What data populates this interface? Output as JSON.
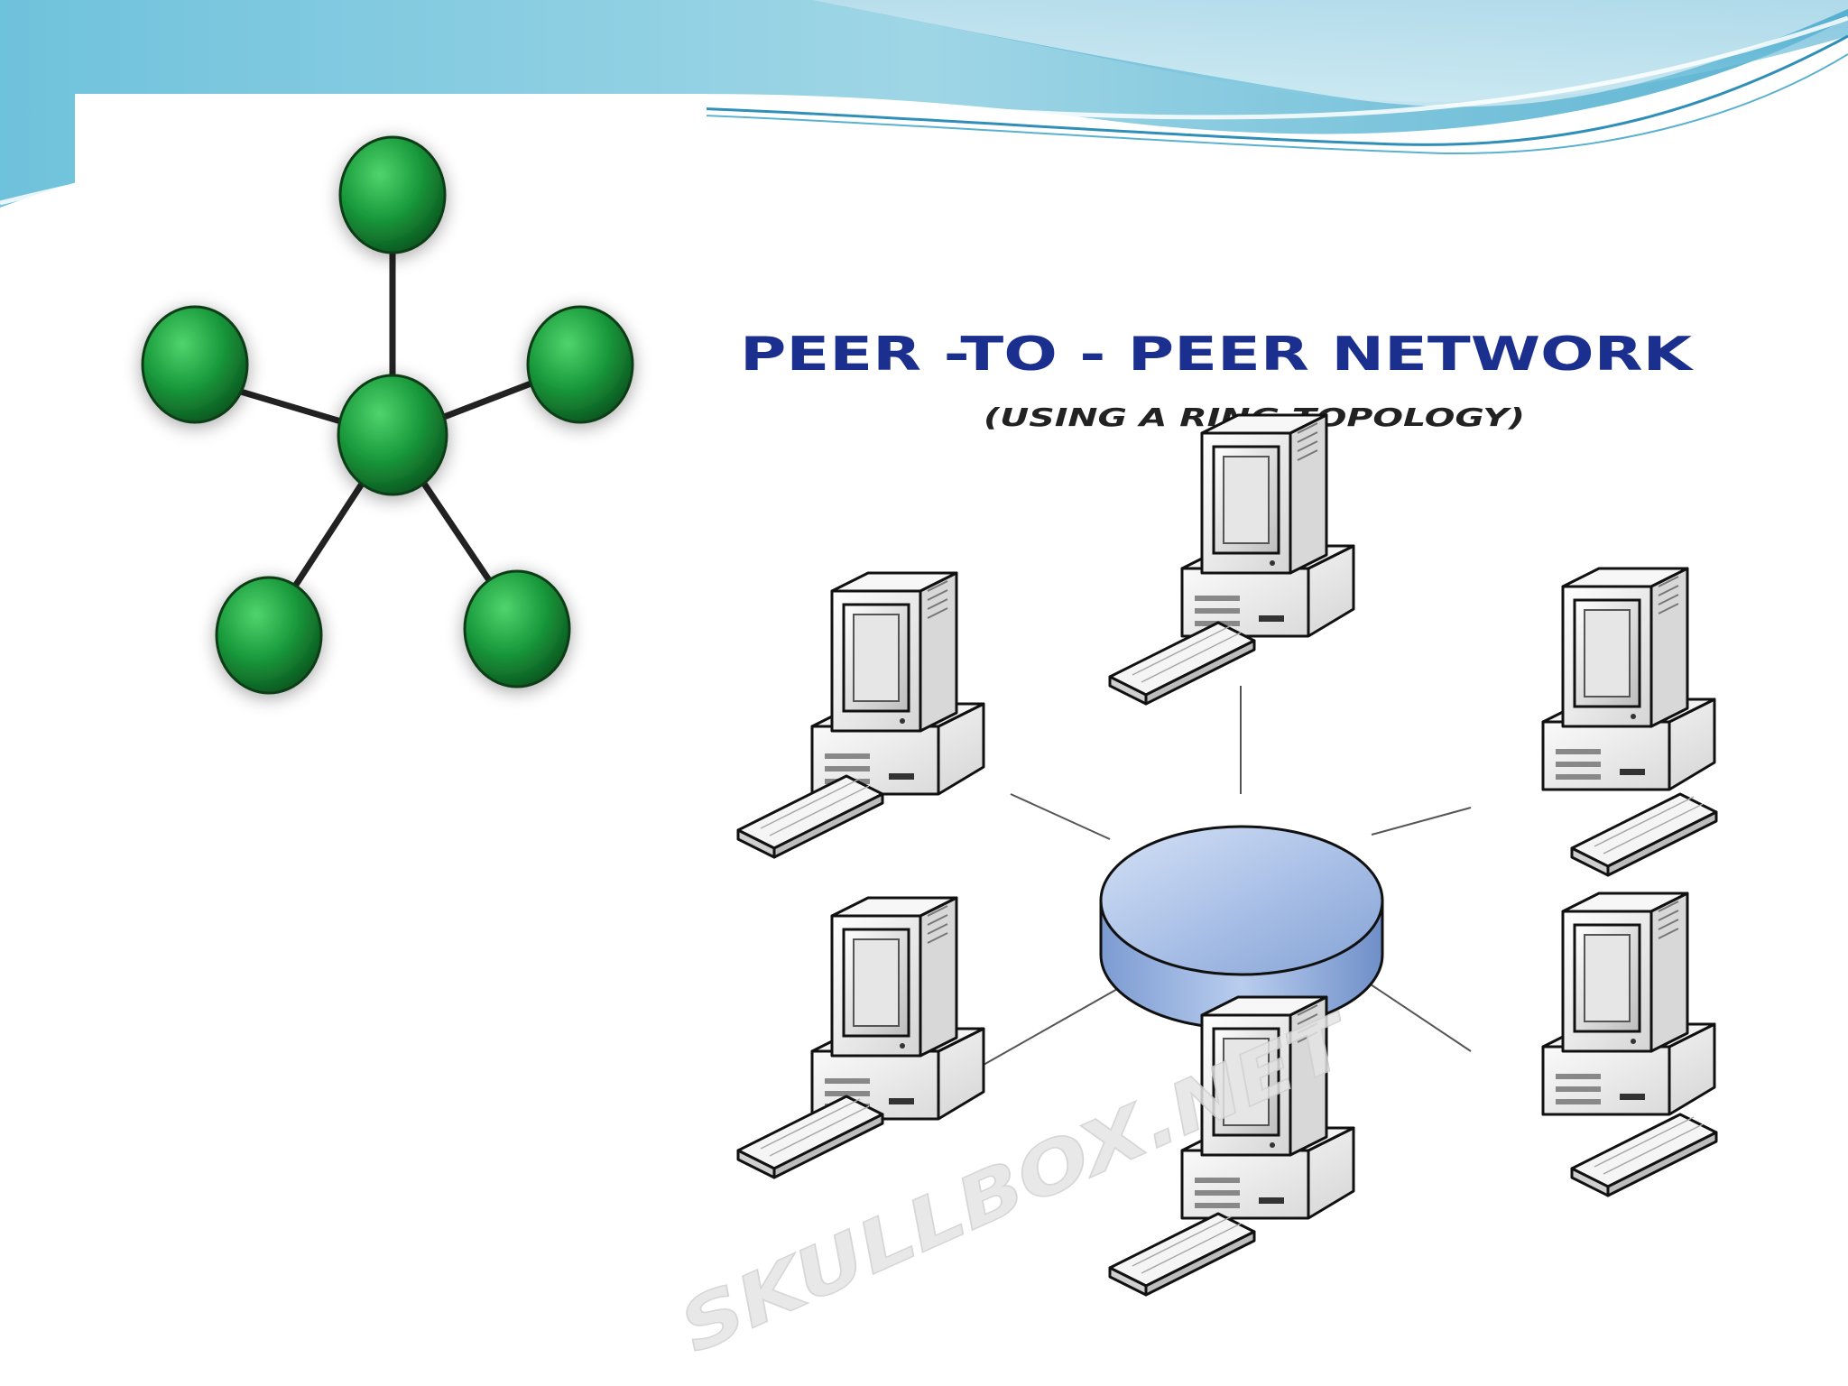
{
  "star_diagram": {
    "node_color": "#1a9a3c",
    "link_color": "#222222",
    "node_count": 6
  },
  "p2p_diagram": {
    "title": "PEER -TO - PEER NETWORK",
    "subtitle": "(USING A RING TOPOLOGY)",
    "watermark": "SKULLBOX.NET",
    "title_color": "#1b2f8f",
    "ring_color": "#9fb7e2",
    "computer_count": 6
  },
  "banner": {
    "colors": [
      "#5fb8d6",
      "#9fd9e8",
      "#c6ecf3"
    ]
  }
}
